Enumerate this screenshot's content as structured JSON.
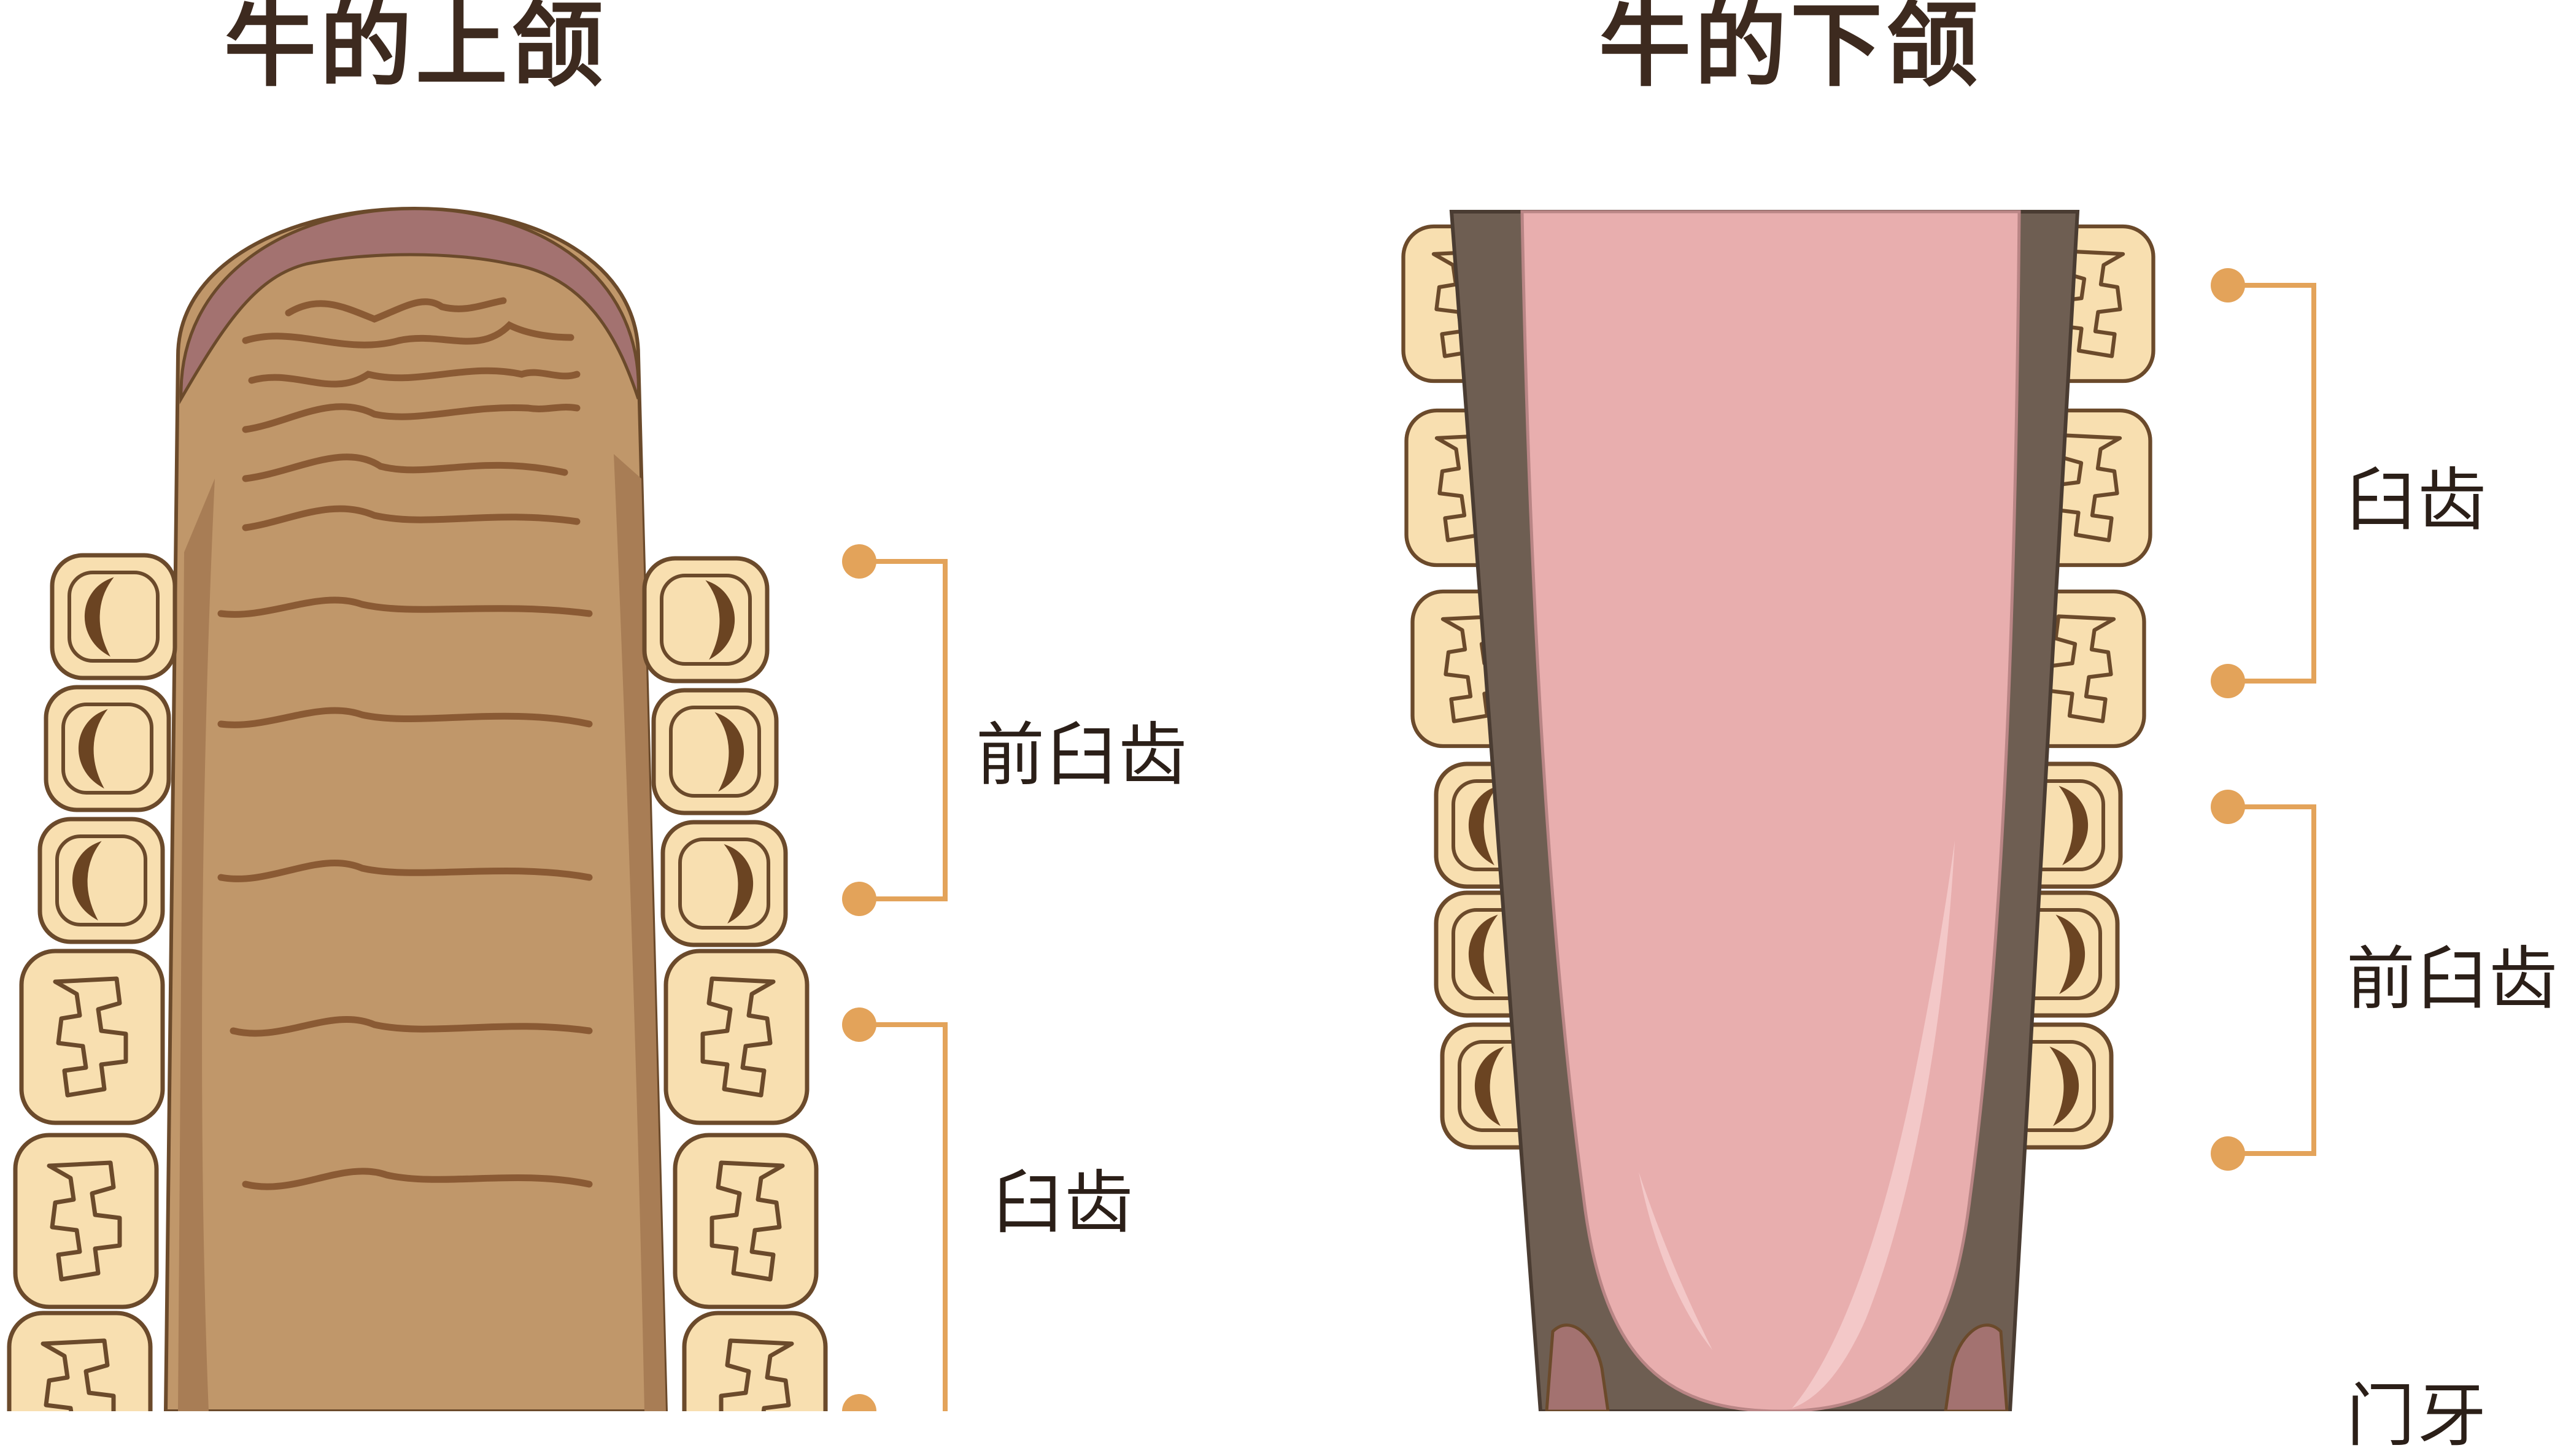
{
  "titles": {
    "upper": "牛的上颌",
    "lower": "牛的下颌"
  },
  "labels": {
    "upper_premolar": "前臼齿",
    "upper_molar": "臼齿",
    "lower_molar": "臼齿",
    "lower_premolar": "前臼齿",
    "lower_incisor": "门牙"
  },
  "colors": {
    "palate": "#c0976a",
    "palate_ridge": "#8a5a34",
    "dental_pad": "#a37270",
    "tooth_fill": "#f8dfb0",
    "tooth_outline": "#6b4a2b",
    "tooth_cavity": "#6b4422",
    "gum_dark": "#6e5e52",
    "tongue": "#e8aeae",
    "tongue_highlight": "#f3c8c8",
    "bracket": "#e3a35a",
    "title_text": "#3d2a1f"
  }
}
